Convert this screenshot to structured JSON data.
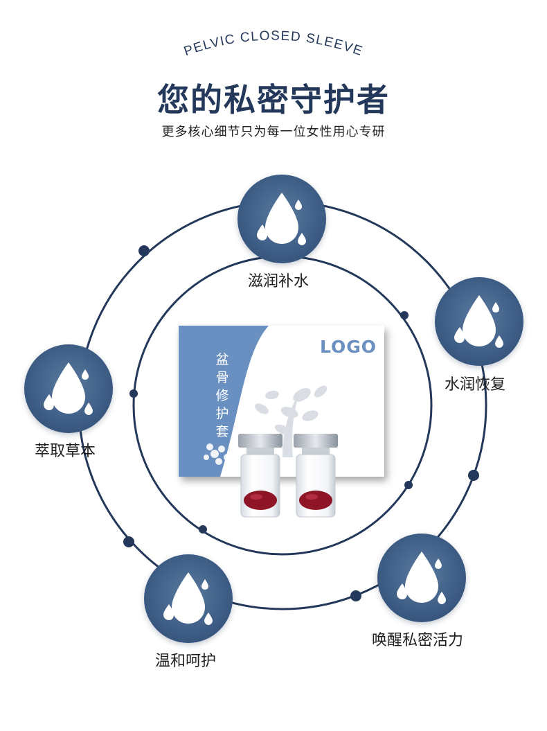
{
  "header": {
    "en_title": "PELVIC CLOSED SLEEVE",
    "title": "您的私密守护者",
    "subtitle": "更多核心细节只为每一位女性用心专研"
  },
  "product": {
    "name": "盆骨修护套",
    "logo": "LOGO"
  },
  "features": [
    {
      "label": "滋润补水",
      "icon": "water-drops-icon"
    },
    {
      "label": "水润恢复",
      "icon": "water-drops-icon"
    },
    {
      "label": "萃取草本",
      "icon": "water-drops-icon"
    },
    {
      "label": "唤醒私密活力",
      "icon": "water-drops-icon"
    },
    {
      "label": "温和呵护",
      "icon": "water-drops-icon"
    }
  ],
  "colors": {
    "primary": "#23385a",
    "badge": "#3f5f87",
    "box_band": "#6a8fc1",
    "capsule": "#8e1526"
  }
}
